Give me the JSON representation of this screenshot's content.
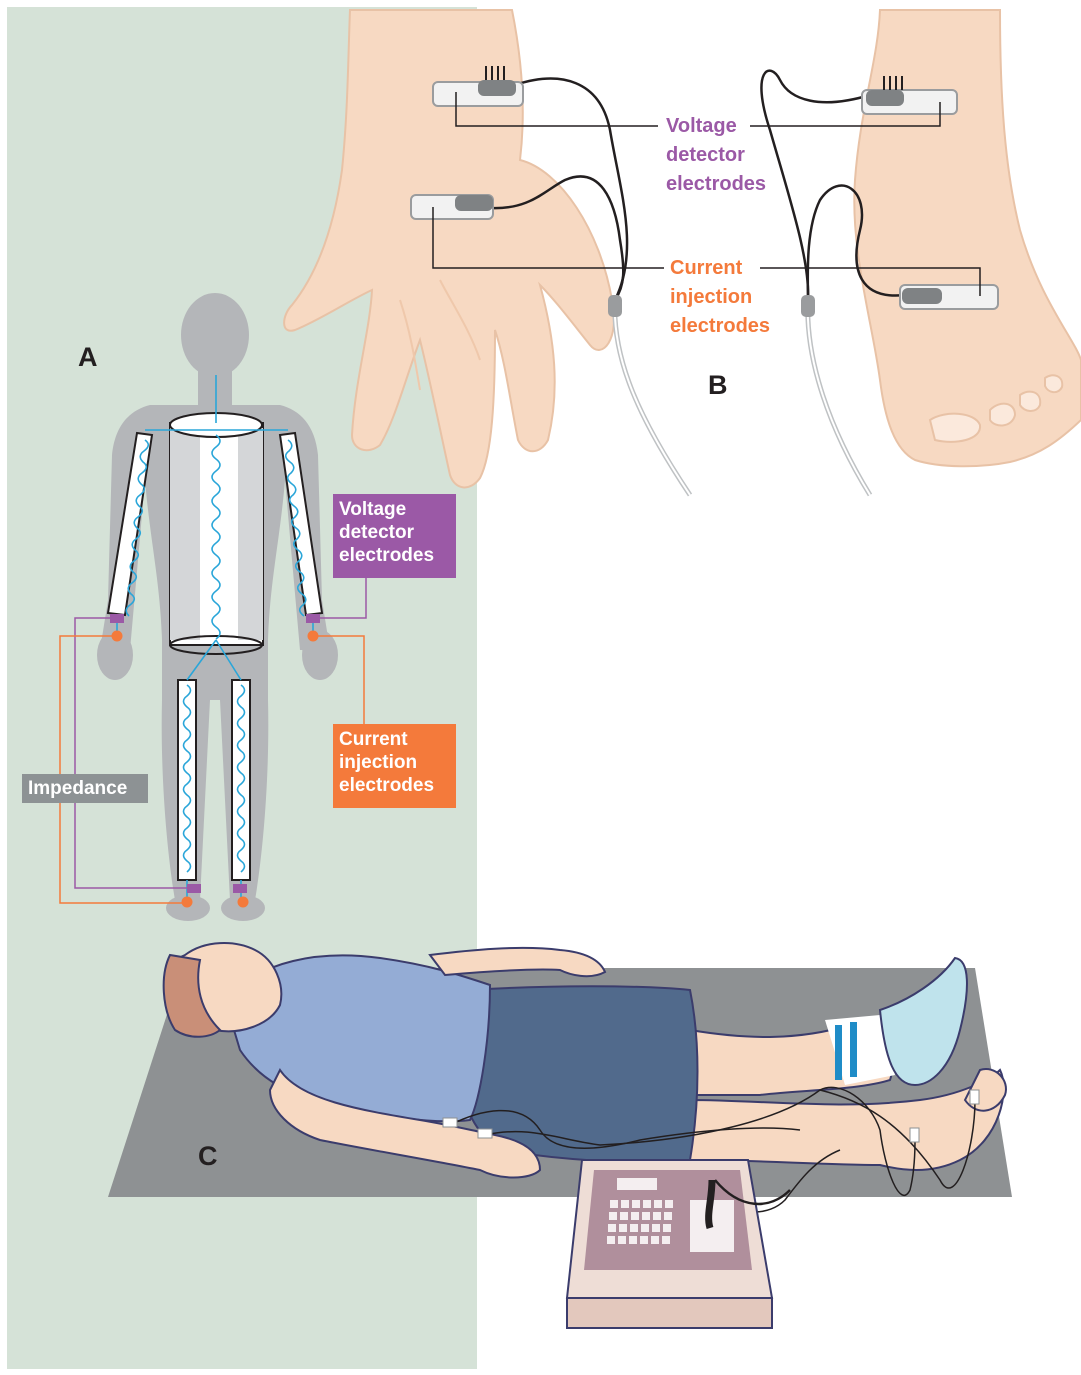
{
  "panels": {
    "a": "A",
    "b": "B",
    "c": "C"
  },
  "panel_a": {
    "voltage_label": [
      "Voltage",
      "detector",
      "electrodes"
    ],
    "current_label": [
      "Current",
      "injection",
      "electrodes"
    ],
    "impedance_label": "Impedance"
  },
  "panel_b": {
    "voltage_label": [
      "Voltage",
      "detector",
      "electrodes"
    ],
    "current_label": [
      "Current",
      "injection",
      "electrodes"
    ]
  },
  "colors": {
    "voltage": "#9b59a6",
    "current": "#f47a3b",
    "impedance": "#8d9294",
    "panel_background": "#d5e2d7",
    "resistor_wire": "#2aa6d9",
    "skin": "#f7dcc3",
    "body_silhouette": "#b4b6b9"
  }
}
